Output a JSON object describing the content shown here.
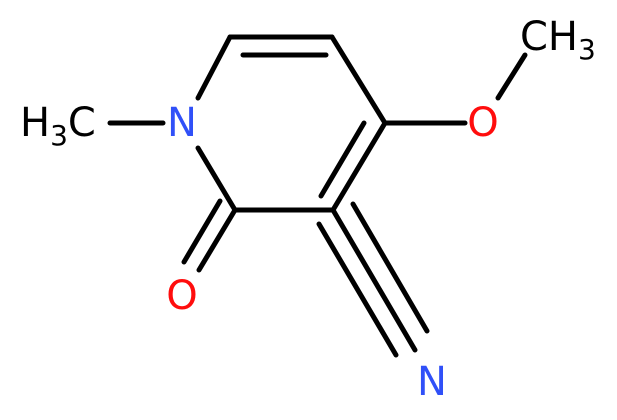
{
  "molecule": {
    "atoms": {
      "n1": "N",
      "o_carbonyl": "O",
      "o_methoxy": "O",
      "n_nitrile": "N",
      "methyl_left": {
        "main": "H",
        "sub": "3",
        "tail": "C"
      },
      "methyl_right": {
        "main": "CH",
        "sub": "3"
      }
    },
    "colors": {
      "carbon": "#000000",
      "oxygen": "#ff0d0d",
      "nitrogen": "#3050f8"
    }
  }
}
